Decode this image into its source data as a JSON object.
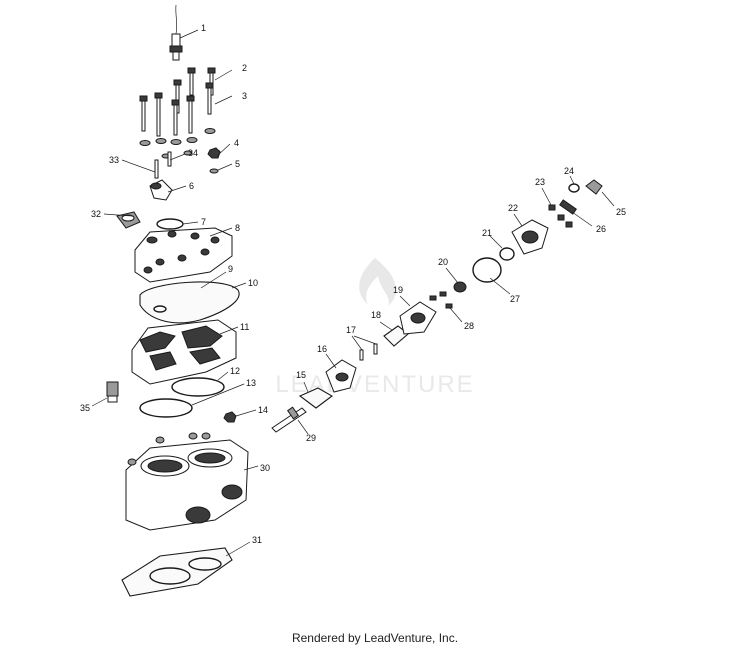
{
  "credit": "Rendered by LeadVenture, Inc.",
  "watermark": "LEADVENTURE",
  "callouts": [
    "1",
    "2",
    "3",
    "4",
    "5",
    "6",
    "7",
    "8",
    "9",
    "10",
    "11",
    "12",
    "13",
    "14",
    "15",
    "16",
    "17",
    "18",
    "19",
    "20",
    "21",
    "22",
    "23",
    "24",
    "25",
    "26",
    "27",
    "28",
    "29",
    "30",
    "31",
    "32",
    "33",
    "34",
    "35"
  ],
  "colors": {
    "line": "#1a1a1a",
    "shade": "#3a3a3a",
    "watermark": "#dcdcdc"
  }
}
